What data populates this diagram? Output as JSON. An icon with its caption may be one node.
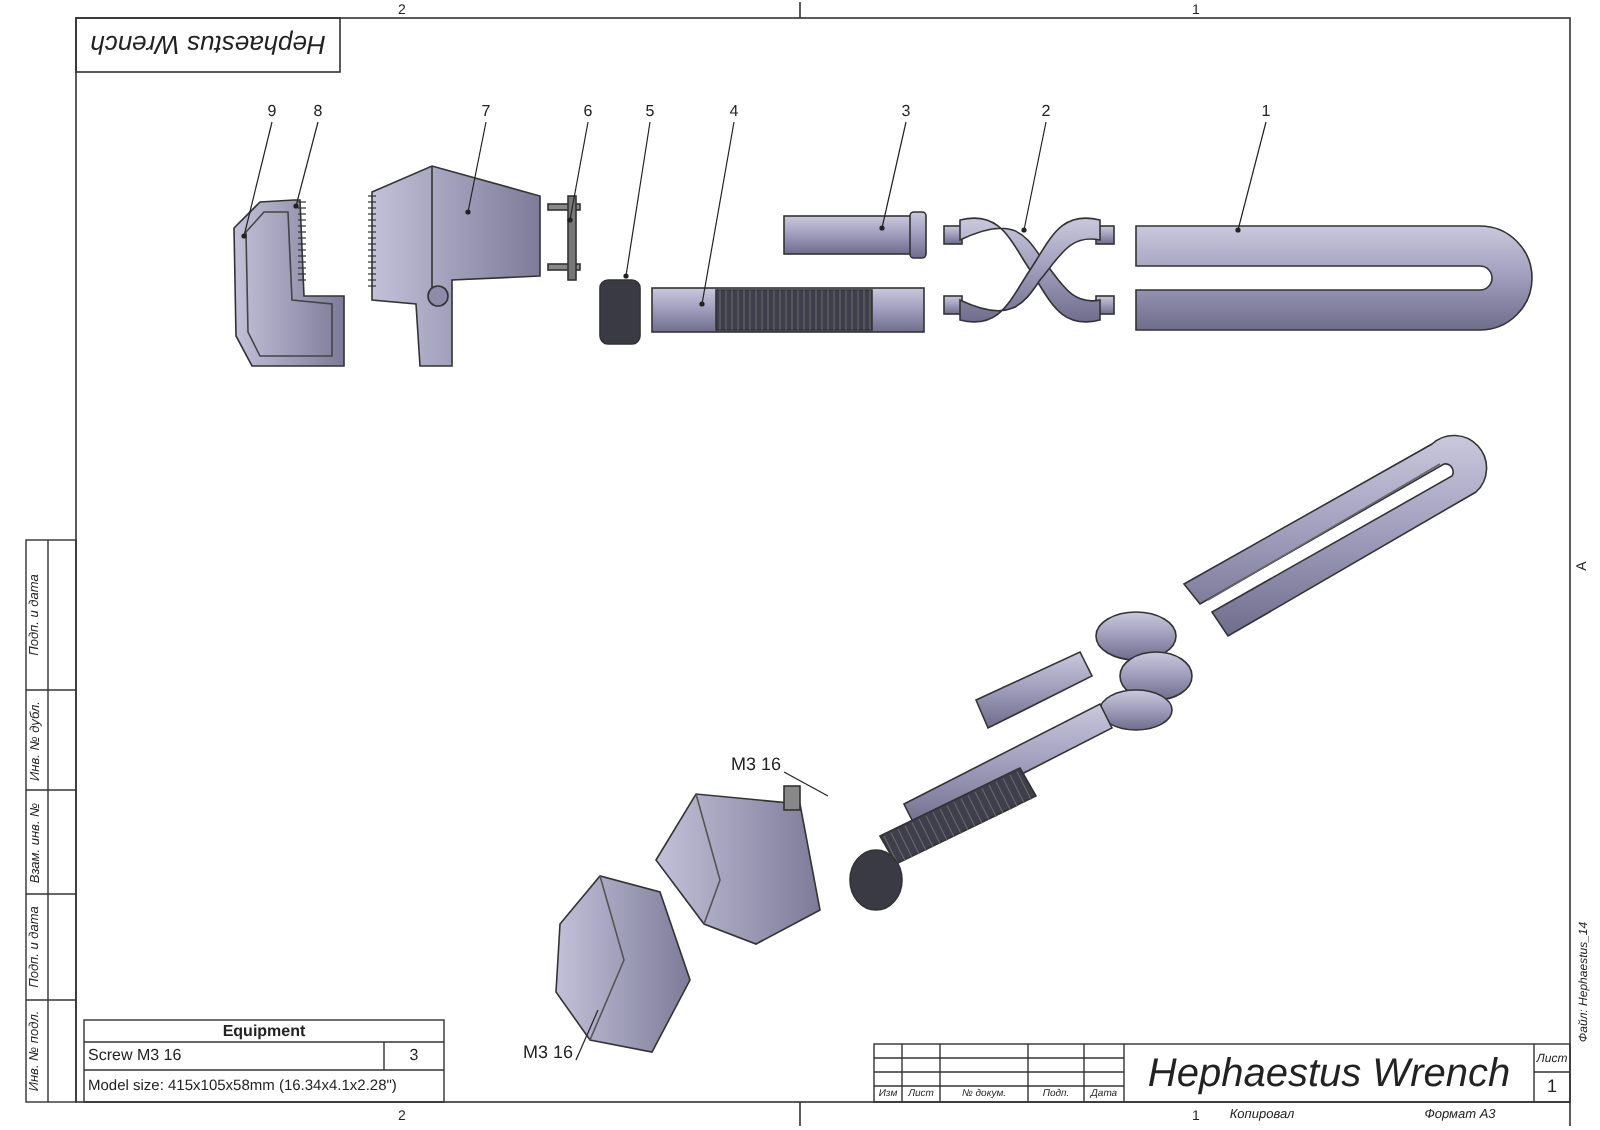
{
  "diagram": {
    "title": "Hephaestus Wrench",
    "nodes": [
      {
        "text": [
          "9"
        ]
      },
      {
        "text": [
          "8"
        ]
      },
      {
        "text": [
          "7"
        ]
      },
      {
        "text": [
          "6"
        ]
      },
      {
        "text": [
          "5"
        ]
      },
      {
        "text": [
          "4"
        ]
      },
      {
        "text": [
          "3"
        ]
      },
      {
        "text": [
          "2"
        ]
      },
      {
        "text": [
          "1"
        ]
      },
      {
        "text": [
          "M3 16"
        ]
      },
      {
        "text": [
          "M3 16"
        ]
      }
    ],
    "edges": [
      {
        "from": 0,
        "to": null,
        "arrow": "other"
      },
      {
        "from": 1,
        "to": null,
        "arrow": "other"
      },
      {
        "from": 2,
        "to": null,
        "arrow": "other"
      },
      {
        "from": 3,
        "to": null,
        "arrow": "other"
      },
      {
        "from": 4,
        "to": null,
        "arrow": "other"
      },
      {
        "from": 5,
        "to": null,
        "arrow": "other"
      },
      {
        "from": 6,
        "to": null,
        "arrow": "other"
      },
      {
        "from": 7,
        "to": null,
        "arrow": "other"
      },
      {
        "from": 8,
        "to": null,
        "arrow": "other"
      },
      {
        "from": 9,
        "to": null,
        "arrow": "none"
      },
      {
        "from": 10,
        "to": null,
        "arrow": "none"
      }
    ],
    "labels": [
      "2",
      "1",
      "Hephaestus Wrench",
      "A",
      "Подп. и дата",
      "Инв. № дубл.",
      "Взам. инв. №",
      "Подп. и дата",
      "Инв. № подл.",
      "Equipment",
      "Screw M3 16",
      "3",
      "Model size: 415x105x58mm (16.34x4.1x2.28\")",
      "Изм",
      "Лист",
      "№ докум.",
      "Подп.",
      "Дата",
      "Лист",
      "1",
      "Файл: Hephaestus_14",
      "2",
      "1",
      "Копировал",
      "Формат А3"
    ]
  }
}
